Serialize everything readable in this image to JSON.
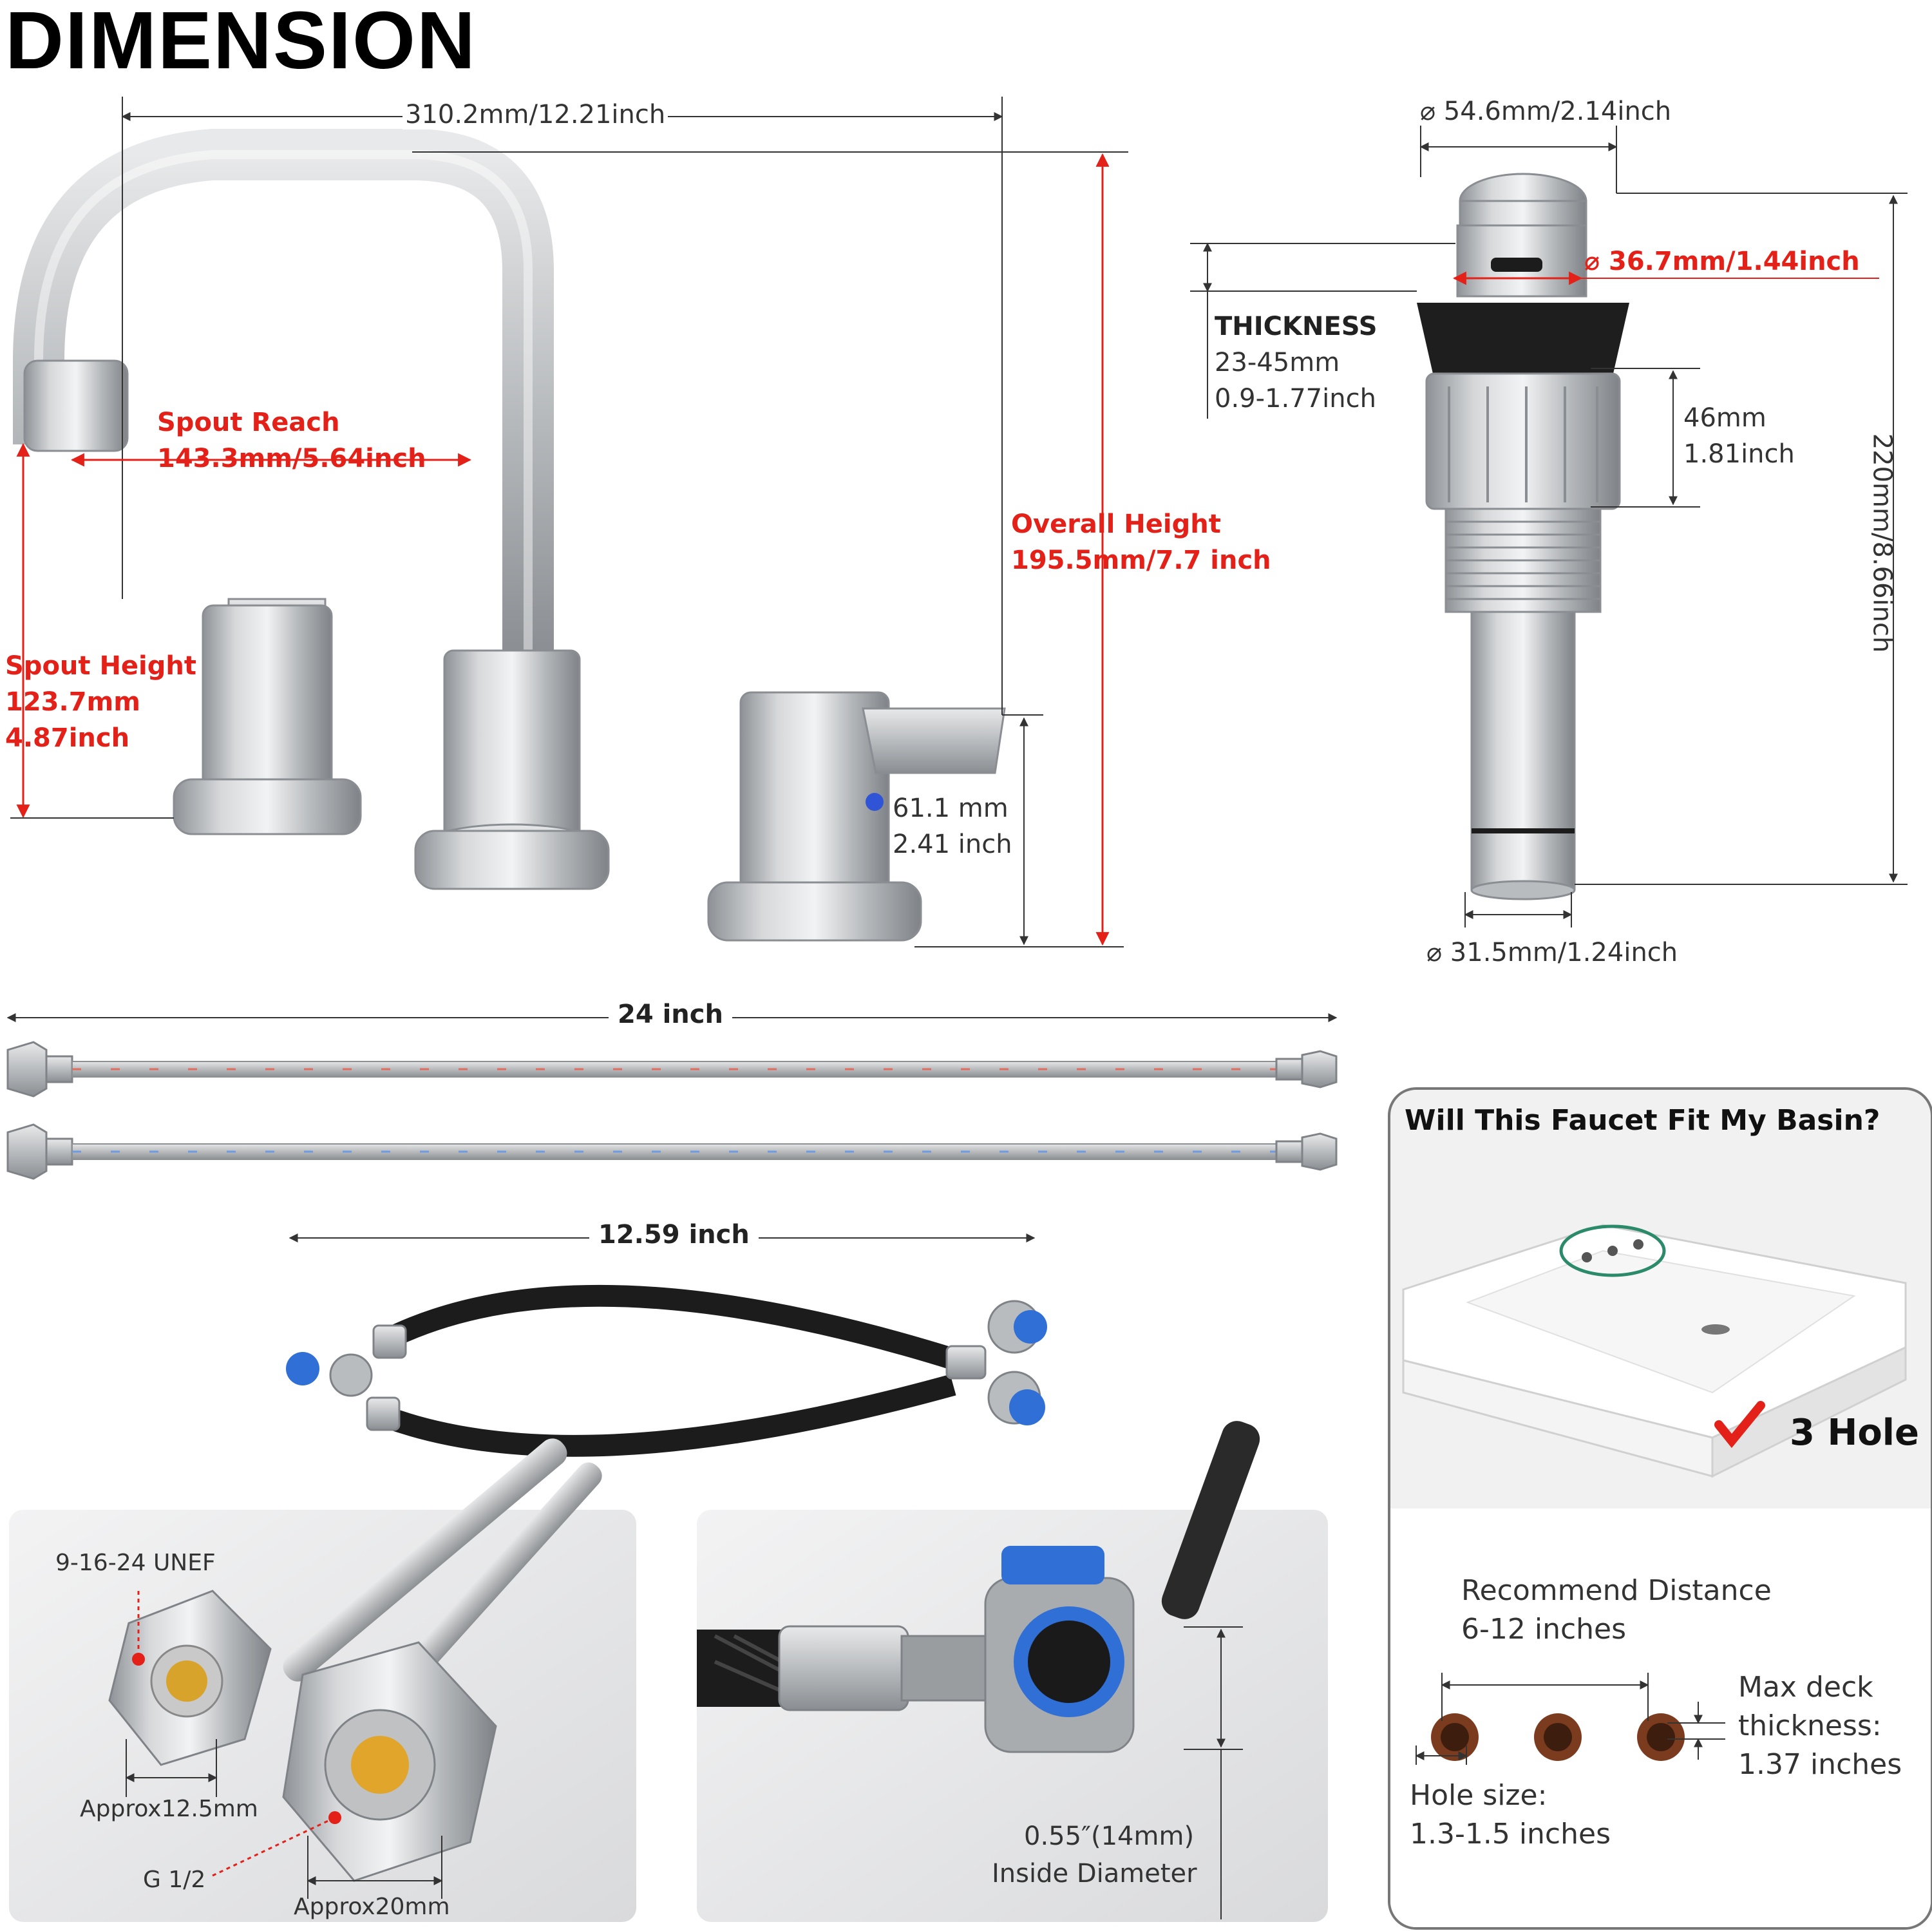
{
  "page": {
    "title": "DIMENSION"
  },
  "faucet": {
    "width": "310.2mm/12.21inch",
    "spout_reach": {
      "title": "Spout Reach",
      "value": "143.3mm/5.64inch"
    },
    "overall_height": {
      "title": "Overall Height",
      "value": "195.5mm/7.7 inch"
    },
    "spout_height": {
      "title": "Spout Height",
      "mm": "123.7mm",
      "inch": "4.87inch"
    },
    "handle_height": {
      "mm": "61.1 mm",
      "inch": "2.41 inch"
    }
  },
  "drain": {
    "top_diameter": "⌀ 54.6mm/2.14inch",
    "opening_diameter": "⌀ 36.7mm/1.44inch",
    "thickness": {
      "title": "THICKNESS",
      "mm": "23-45mm",
      "inch": "0.9-1.77inch"
    },
    "nut_height": {
      "mm": "46mm",
      "inch": "1.81inch"
    },
    "total_height": "220mm/8.66inch",
    "bottom_diameter": "⌀ 31.5mm/1.24inch"
  },
  "hoses": {
    "supply_length": "24 inch",
    "connector_length": "12.59 inch"
  },
  "details": {
    "thread": "9-16-24 UNEF",
    "approx_small": "Approx12.5mm",
    "g_thread": "G 1/2",
    "approx_large": "Approx20mm",
    "inside_diameter_value": "0.55″(14mm)",
    "inside_diameter_label": "Inside Diameter"
  },
  "fit": {
    "question": "Will This Faucet Fit My Basin?",
    "holes": "3 Hole",
    "recommend_title": "Recommend Distance",
    "recommend_value": "6-12 inches",
    "deck_l1": "Max deck",
    "deck_l2": "thickness:",
    "deck_l3": "1.37 inches",
    "hole_size_title": "Hole size:",
    "hole_size_value": "1.3-1.5 inches"
  },
  "colors": {
    "accent_red": "#e32119",
    "chrome": "#b9bcbf",
    "hose_black": "#1c1c1c",
    "connector_blue": "#2f6fd6"
  }
}
